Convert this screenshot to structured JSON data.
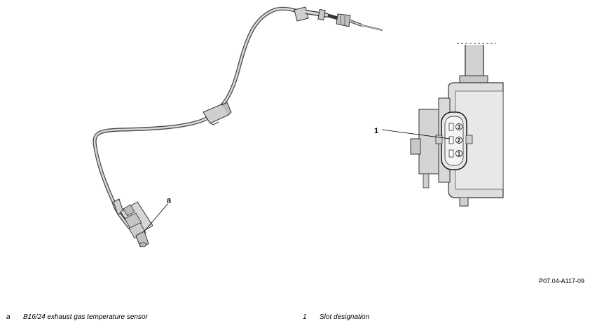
{
  "callouts": {
    "sensor_letter": "a",
    "slot_number": "1"
  },
  "connector": {
    "pins": [
      "3",
      "2",
      "1"
    ]
  },
  "figure_id": "P07.04-A117-09",
  "legend": [
    {
      "key": "a",
      "text": "B16/24 exhaust gas temperature sensor"
    },
    {
      "key": "1",
      "text": "Slot designation"
    }
  ]
}
